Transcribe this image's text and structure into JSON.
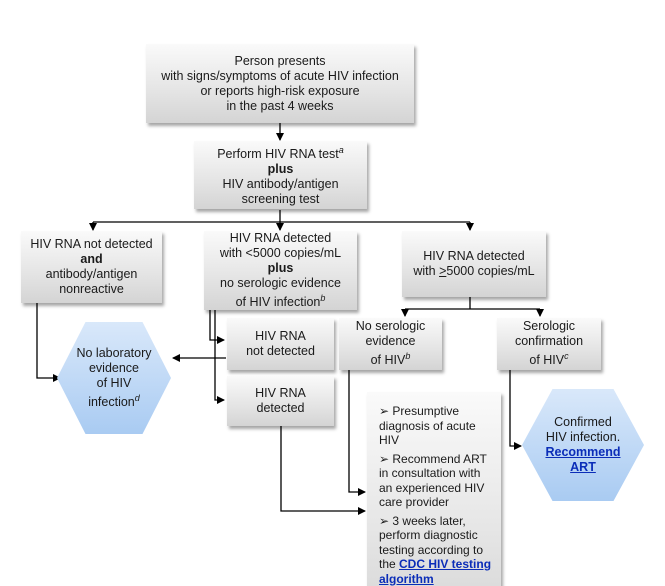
{
  "nodes": {
    "start": [
      "Person presents",
      "with signs/symptoms of acute HIV infection",
      "or reports high-risk exposure",
      "in the past 4 weeks"
    ],
    "test": {
      "line1": "Perform HIV RNA test",
      "line1_sup": "a",
      "plus": "plus",
      "line2": "HIV antibody/antigen",
      "line3": "screening test"
    },
    "not_detected": {
      "line1": "HIV RNA not detected",
      "and": "and",
      "line2": "antibody/antigen",
      "line3": "nonreactive"
    },
    "low_detected": {
      "line1": "HIV RNA detected",
      "line2": "with <5000 copies/mL",
      "plus": "plus",
      "line3": "no serologic evidence",
      "line4": "of HIV infection",
      "line4_sup": "b"
    },
    "high_detected": {
      "line1": "HIV RNA detected",
      "line2_pre": "with ",
      "line2_u": ">",
      "line2_post": "5000 copies/mL"
    },
    "repeat_not_detected": [
      "HIV RNA",
      "not detected"
    ],
    "repeat_detected": [
      "HIV RNA",
      "detected"
    ],
    "no_sero": {
      "line1": "No serologic",
      "line2": "evidence",
      "line3": "of HIV",
      "line3_sup": "b"
    },
    "sero": {
      "line1": "Serologic",
      "line2": "confirmation",
      "line3": "of HIV",
      "line3_sup": "c"
    },
    "no_lab": {
      "line1": "No laboratory",
      "line2": "evidence",
      "line3": "of HIV",
      "line4": "infection",
      "line4_sup": "d"
    },
    "confirmed": {
      "line1": "Confirmed",
      "line2": "HIV infection.",
      "link1": "Recommend",
      "link2": "ART"
    }
  },
  "management": {
    "item1": "➢ Presumptive diagnosis of acute HIV",
    "item2": "➢ Recommend ART in consultation with an experienced HIV care provider",
    "item3_pre": "➢ 3 weeks later, perform diagnostic testing according to the ",
    "item3_link": "CDC HIV testing algorithm"
  },
  "colors": {
    "line": "#000000",
    "hex_fill": "#a9cbf2",
    "link": "#0b2db8"
  }
}
